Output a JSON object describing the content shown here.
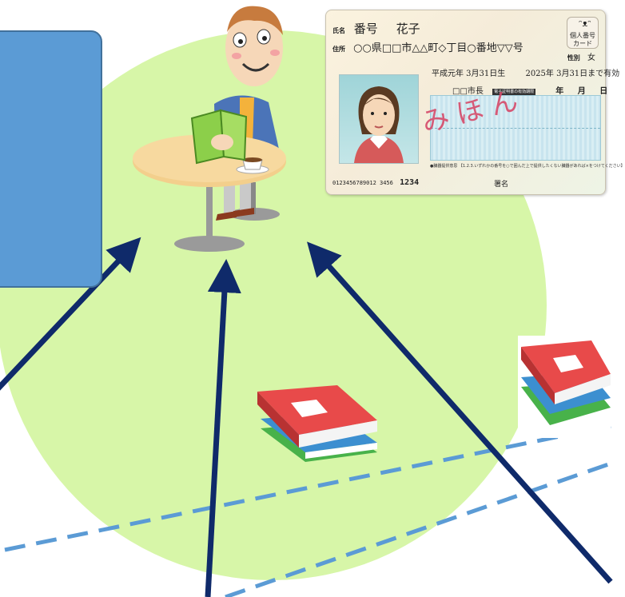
{
  "card": {
    "name_label": "氏名",
    "name_family": "番号",
    "name_given": "花子",
    "address_label": "住所",
    "address": "○○県□□市△△町◇丁目○番地▽▽号",
    "badge_line1": "個人番号",
    "badge_line2": "カード",
    "gender_label": "性別",
    "gender": "女",
    "birth": "平成元年 3月31日生",
    "expiry": "2025年 3月31日まで有効",
    "mayor": "□□市長",
    "electronic_cert": "電子証明書の有効期限",
    "date_fields": "年 月 日",
    "sample_mark": "みほん",
    "note": "●臓器提供意思 【1.2.3.いずれかの番号を○で囲んだ上で提供したくない臓器があれば×をつけてください】",
    "sign_label": "署名",
    "number_small": "0123456789012 3456",
    "number_last4": "1234"
  },
  "colors": {
    "circle": "#d7f6a8",
    "side_box": "#5b9bd5",
    "arrow": "#0f2a6a",
    "dashed_line": "#5b9bd5",
    "book_red": "#e84a4a",
    "book_blue": "#3c8fd0",
    "book_green": "#48b24a"
  },
  "icons": [
    "reading-man-illustration",
    "book-stack-icon",
    "card-photo-portrait"
  ]
}
